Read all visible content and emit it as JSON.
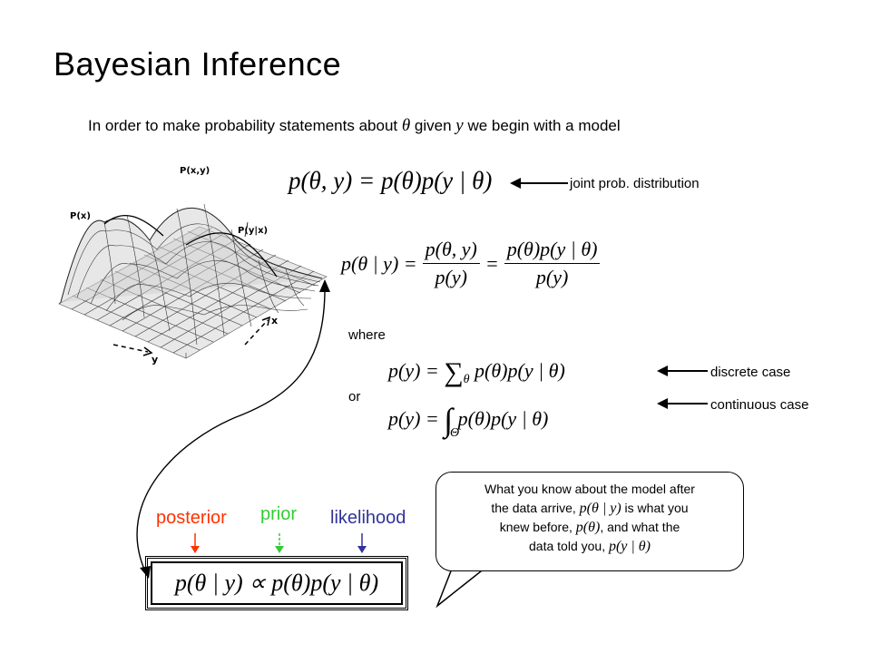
{
  "title": "Bayesian Inference",
  "intro": {
    "before_theta": "In order to make probability statements about ",
    "theta": "θ",
    "middle": " given ",
    "y": "y",
    "after": " we begin with a model"
  },
  "equations": {
    "joint": "p(θ, y) = p(θ)p(y | θ)",
    "bayes_lhs": "p(θ | y) =",
    "bayes_frac1_num": "p(θ, y)",
    "bayes_frac1_den": "p(y)",
    "bayes_eq": "=",
    "bayes_frac2_num": "p(θ)p(y | θ)",
    "bayes_frac2_den": "p(y)",
    "discrete_lhs": "p(y) =",
    "discrete_sum": "∑",
    "discrete_sub": "θ",
    "discrete_rhs": "p(θ)p(y | θ)",
    "continuous_lhs": "p(y) =",
    "continuous_int": "∫",
    "continuous_sub": "Θ",
    "continuous_rhs": "p(θ)p(y | θ)",
    "posterior": "p(θ | y) ∝ p(θ)p(y | θ)"
  },
  "notes": {
    "joint": "joint prob. distribution",
    "where": "where",
    "or": "or",
    "discrete": "discrete case",
    "continuous": "continuous case"
  },
  "labels": {
    "posterior": "posterior",
    "prior": "prior",
    "likelihood": "likelihood"
  },
  "colors": {
    "posterior": "#ff3300",
    "prior": "#33cc33",
    "likelihood": "#333399"
  },
  "bubble": {
    "line1": "What you know about the model after",
    "line2a": "the data arrive, ",
    "line2m": "p(θ | y)",
    "line2b": " is what you",
    "line3a": "knew before, ",
    "line3m": "p(θ)",
    "line3b": ", and what the",
    "line4a": "data told you, ",
    "line4m": "p(y | θ)"
  },
  "figure": {
    "label_pxy": "P(x,y)",
    "label_px": "P(x)",
    "label_pyx": "P(y|x)",
    "label_x": "x",
    "label_y": "y"
  }
}
